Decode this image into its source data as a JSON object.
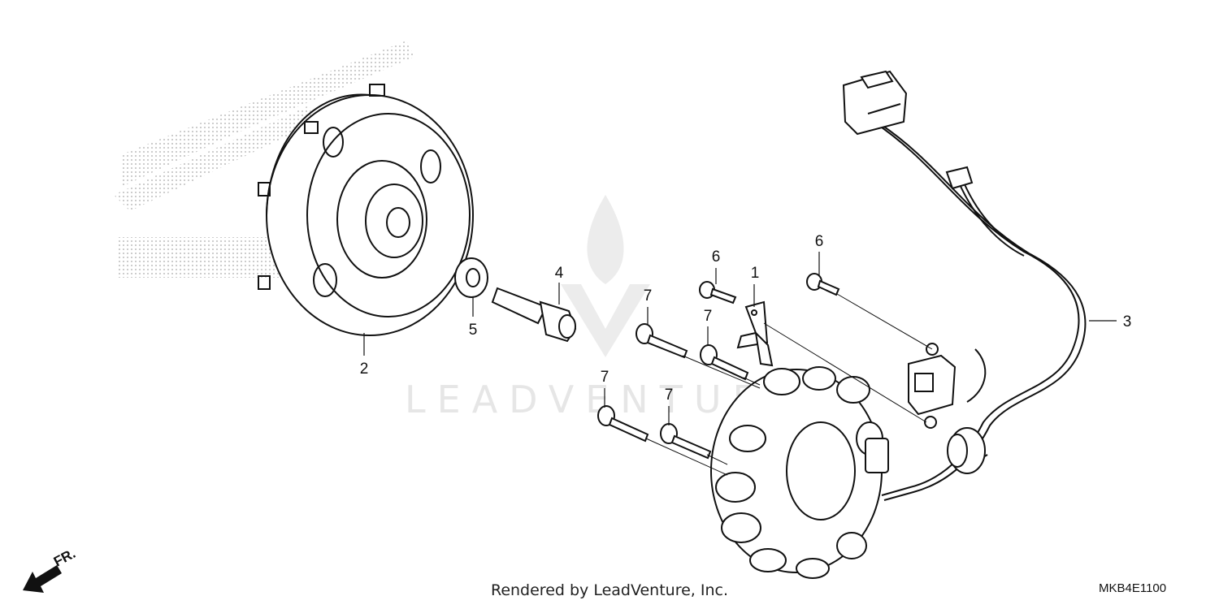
{
  "callouts": [
    {
      "id": "c1",
      "label": "1"
    },
    {
      "id": "c2",
      "label": "2"
    },
    {
      "id": "c3",
      "label": "3"
    },
    {
      "id": "c4",
      "label": "4"
    },
    {
      "id": "c5",
      "label": "5"
    },
    {
      "id": "c6a",
      "label": "6"
    },
    {
      "id": "c6b",
      "label": "6"
    },
    {
      "id": "c7a",
      "label": "7"
    },
    {
      "id": "c7b",
      "label": "7"
    },
    {
      "id": "c7c",
      "label": "7"
    },
    {
      "id": "c7d",
      "label": "7"
    }
  ],
  "watermark": "LEADVENTURE",
  "direction_label": "FR.",
  "footer_text": "Rendered by LeadVenture, Inc.",
  "diagram_code": "MKB4E1100",
  "colors": {
    "line": "#111111",
    "watermark": "#e6e6e6",
    "logo_dots": "#bdbdbd"
  }
}
